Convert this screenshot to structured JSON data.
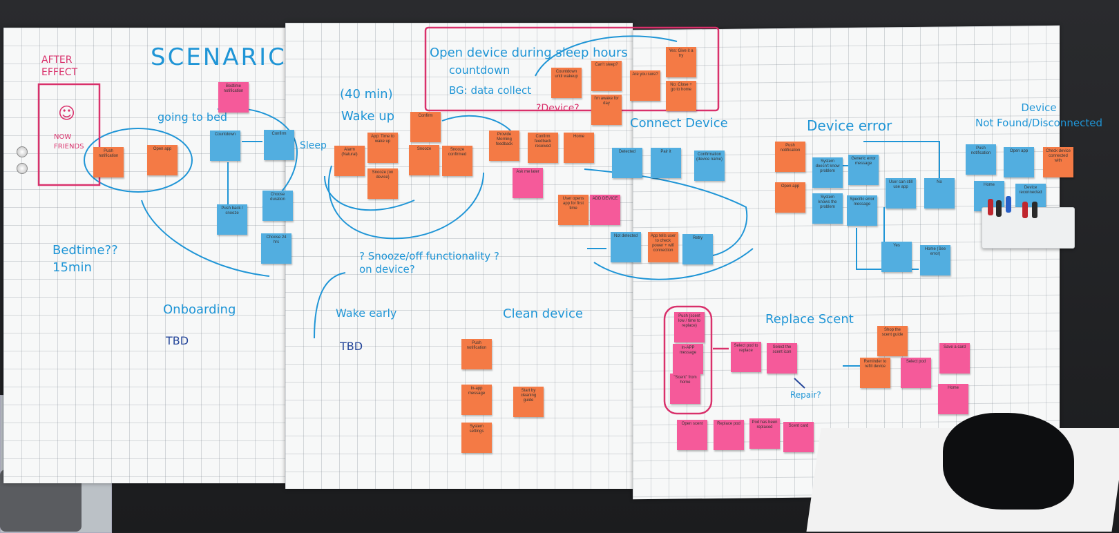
{
  "headings": {
    "title": "SCENARIC",
    "after_effect": "AFTER\nEFFECT",
    "now_friends": "NOW\nFRIENDS",
    "going_to_bed": "going to bed",
    "sleep": "Sleep",
    "forty_min": "(40 min)",
    "wake_up": "Wake up",
    "open_device": "Open device during sleep hours",
    "countdown": "countdown",
    "bg_data": "BG: data collect",
    "device_q": "?Device?",
    "connect_device": "Connect Device",
    "device_error": "Device error",
    "device_not_found": "Device\nNot Found/Disconnected",
    "bedtime": "Bedtime??\n15min",
    "snooze_q": "? Snooze/off functionality ?\non device?",
    "onboarding": "Onboarding",
    "tbd1": "TBD",
    "wake_early": "Wake early",
    "tbd2": "TBD",
    "clean_device": "Clean device",
    "replace_scent": "Replace Scent",
    "repair": "Repair?"
  },
  "notes": {
    "push_notification_1": "Push notification",
    "open_app_1": "Open app",
    "bedtime_notification": "Bedtime notification",
    "countdown_note": "Countdown",
    "confirm_1": "Confirm",
    "push_back": "Push back / snooze",
    "choose_duration": "Choose duration",
    "choose_24hrs": "Choose 24 hrs",
    "alarm": "Alarm (Natural)",
    "time_to_wake": "App: Time to wake up",
    "snooze_on_device": "Snooze (on device)",
    "confirm_2": "Confirm",
    "snooze": "Snooze",
    "snooze_confirmed": "Snooze confirmed",
    "provide_feedback": "Provide Morning feedback",
    "confirm_feedback": "Confirm feedback received",
    "home_1": "Home",
    "ask_me_later": "Ask me later",
    "countdown_until_wakeup": "Countdown until wakeup",
    "cant_sleep": "Can't sleep?",
    "im_awake": "I'm awake for day",
    "are_you_sure": "Are you sure?",
    "yes_give_try": "Yes: Give it a try",
    "no_close": "No: Close + go to home",
    "detected": "Detected",
    "pair_it": "Pair it",
    "confirmation": "Confirmation (device name)",
    "user_opens_first": "User opens app for first time",
    "add_device": "ADD DEVICE",
    "not_detected": "Not detected",
    "app_tells": "App tells user to check power + wifi connection",
    "retry": "Retry",
    "push_notification_2": "Push notification",
    "open_app_2": "Open app",
    "system_doesnt_know": "System doesn't know problem",
    "system_knows": "System knows the problem",
    "generic_error": "Generic error message",
    "specific_error": "Specific error message",
    "user_can_still": "User can still use app",
    "no": "No",
    "yes": "Yes",
    "home_see_error": "Home (See error)",
    "push_notification_3": "Push notification",
    "open_app_3": "Open app",
    "check_device": "Check device connected with",
    "home_2": "Home",
    "device_reconnected": "Device reconnected",
    "push_notification_4": "Push notification",
    "in_app_message": "In-app message",
    "start_cleaning": "Start by cleaning guide",
    "system_settings": "System settings",
    "push_scent_low": "Push (scent low / time to replace)",
    "inapp_message": "In-APP message",
    "scent_home": "\"Scent\" from home",
    "select_pod": "Select pod to replace",
    "select_scent": "Select the scent icon",
    "shop_guide": "Shop the scent guide",
    "reminder": "Reminder to refill device",
    "select_pod_2": "Select pod",
    "save_card": "Save a card",
    "home_3": "Home",
    "open_scent": "Open scent",
    "replace_pod": "Replace pod",
    "pod_low": "Pod has been replaced",
    "scent_card": "Scent card"
  }
}
